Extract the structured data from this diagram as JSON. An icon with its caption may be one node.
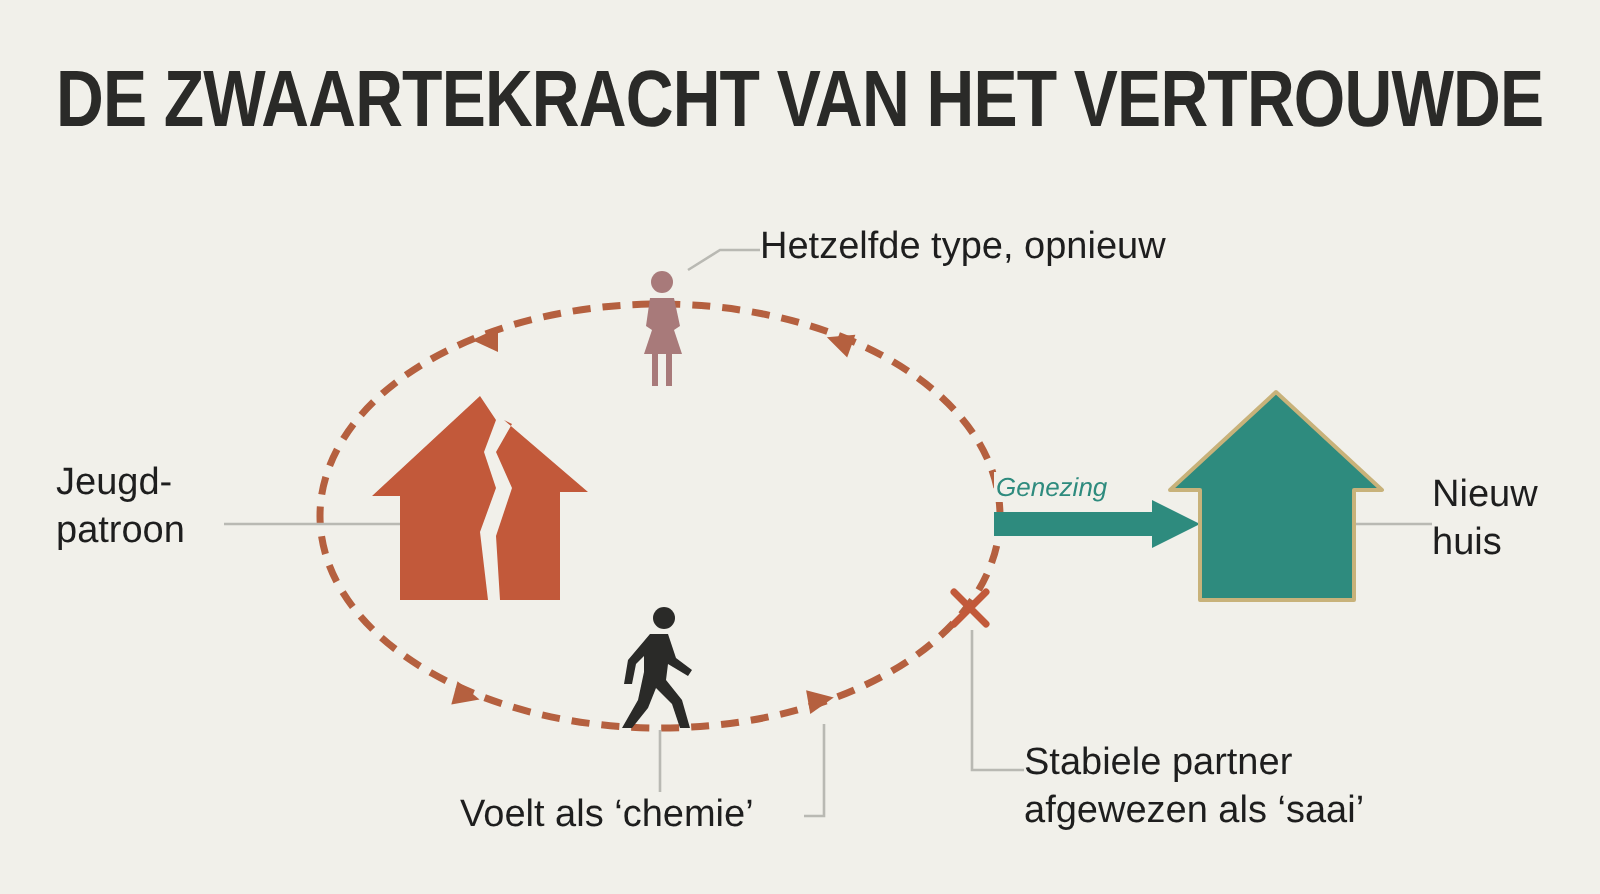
{
  "diagram": {
    "title": "DE ZWAARTEKRACHT VAN HET VERTROUWDE",
    "nodes": [
      {
        "text": [
          "Jeugd- patroon"
        ]
      },
      {
        "text": [],
        "shape": "house"
      },
      {
        "text": [
          "Hetzelfde type, opnieuw"
        ]
      },
      {
        "text": [],
        "shape": "person"
      },
      {
        "text": [],
        "shape": "person"
      },
      {
        "text": [
          "Voelt als ‘chemie’"
        ]
      },
      {
        "text": [],
        "shape": "cross"
      },
      {
        "text": [
          "Stabiele partner afgewezen als ‘saai’"
        ]
      },
      {
        "text": [],
        "shape": "house"
      },
      {
        "text": [
          "Nieuw huis"
        ]
      }
    ],
    "edges": [
      {
        "from": 0,
        "to": 1,
        "arrow": "none"
      },
      {
        "from": 2,
        "to": 3,
        "arrow": "none"
      },
      {
        "from": 5,
        "to": 4,
        "arrow": "none"
      },
      {
        "from": 5,
        "to": null,
        "arrow": "none"
      },
      {
        "from": 7,
        "to": 6,
        "arrow": "none"
      },
      {
        "from": null,
        "to": 8,
        "arrow": "to",
        "label": "Genezing",
        "style": "thick",
        "color": "#2e8b7e"
      },
      {
        "from": 9,
        "to": 8,
        "arrow": "none"
      }
    ]
  }
}
